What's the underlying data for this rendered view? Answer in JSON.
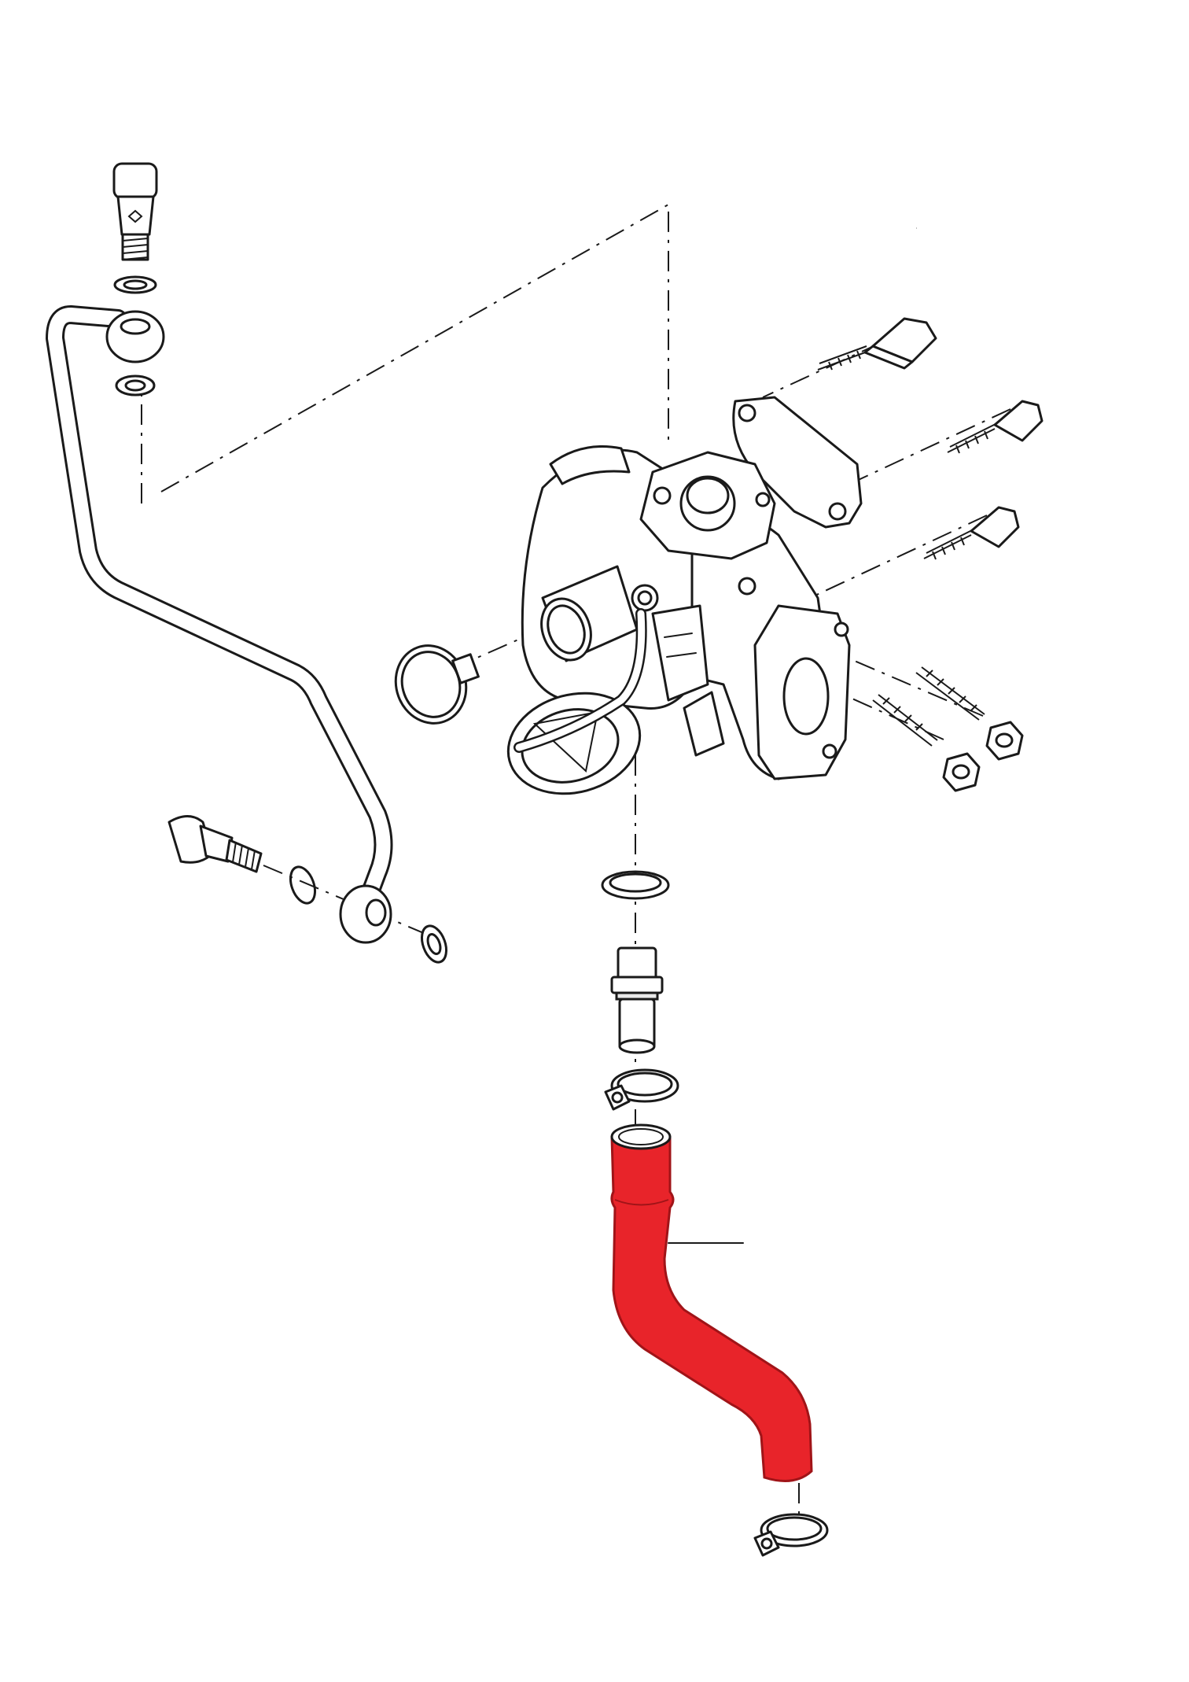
{
  "diagram": {
    "kind": "exploded-parts-view",
    "subject_parts": [
      "turbocharger",
      "oil-feed-pipe",
      "banjo-bolt-upper",
      "banjo-bolt-lower",
      "sealing-washers",
      "mounting-bolts",
      "studs",
      "nuts",
      "gasket-ring",
      "oil-drain-adapter",
      "hose-clamps",
      "oil-return-hose"
    ],
    "colors": {
      "line": "#1a1a1a",
      "background": "#ffffff",
      "highlight": "#e8242a",
      "highlight_outline": "#a01418"
    },
    "highlighted_part": "oil-return-hose",
    "text_labels": []
  }
}
